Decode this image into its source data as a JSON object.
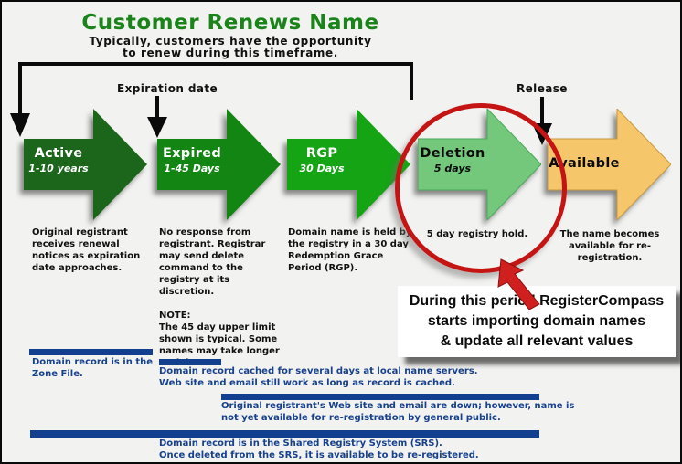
{
  "palette": {
    "background": "#f2f2f0",
    "title_green": "#1a841a",
    "navy_bar": "#123f8e",
    "navy_text": "#17418c",
    "circle_red": "#c41414",
    "callout_arrow_red": "#cf1f1f",
    "marker_black": "#0a0a0a"
  },
  "header": {
    "title": "Customer Renews Name",
    "subtitle_line1": "Typically, customers have the opportunity",
    "subtitle_line2": "to renew during this timeframe."
  },
  "markers": {
    "expiration": "Expiration date",
    "release": "Release"
  },
  "stages": [
    {
      "label": "Active",
      "sublabel": "1-10 years",
      "color": "#1c661c",
      "description": "Original registrant receives renewal notices as expiration date approaches."
    },
    {
      "label": "Expired",
      "sublabel": "1-45 Days",
      "color": "#128512",
      "description": "No response from registrant. Registrar may send delete command to the registry at its discretion.",
      "note_label": "NOTE:",
      "note": "The 45 day upper limit shown is typical. Some names may take longer to delete."
    },
    {
      "label": "RGP",
      "sublabel": "30 Days",
      "color": "#14a414",
      "description": "Domain name is held by the registry in a 30 day Redemption Grace Period (RGP)."
    },
    {
      "label": "Deletion",
      "sublabel": "5 days",
      "color": "#74c87c",
      "description": "5 day registry hold."
    },
    {
      "label": "Available",
      "sublabel": "",
      "color": "#f6c66a",
      "description": "The name becomes available for re-registration."
    }
  ],
  "callout": {
    "line1": "During this period RegisterCompass",
    "line2": "starts importing domain names",
    "line3": "& update all relevant values"
  },
  "notes": [
    {
      "line1": "Domain record is in the",
      "line2": "Zone File."
    },
    {
      "line1": "Domain record cached for several days at local name servers.",
      "line2": "Web site and email still work as long as record is cached."
    },
    {
      "line1": "Original registrant's Web site and email are down; however, name is",
      "line2": "not yet available for re-registration by general public."
    },
    {
      "line1": "Domain record is in the Shared Registry System (SRS).",
      "line2": "Once deleted from the SRS, it is available to be re-registered."
    }
  ]
}
